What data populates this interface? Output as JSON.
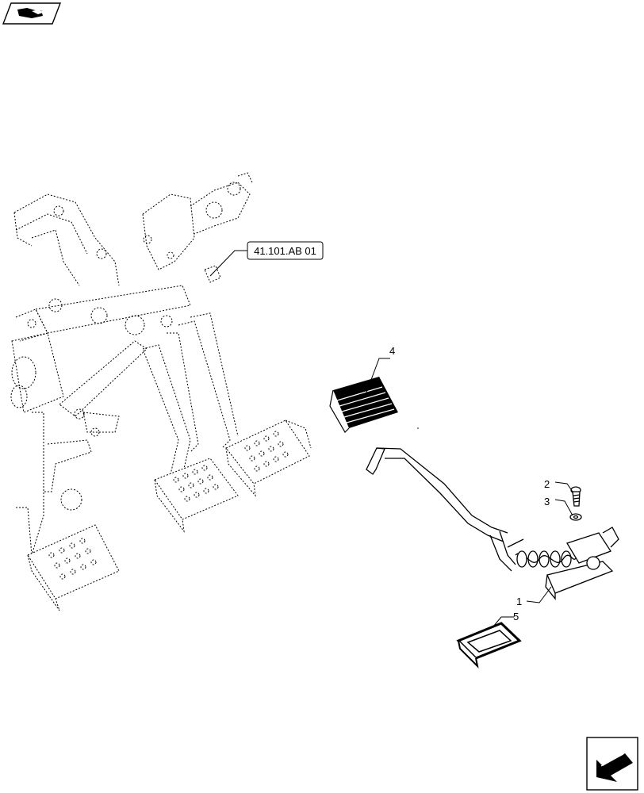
{
  "reference_box": {
    "label": "41.101.AB 01"
  },
  "callouts": [
    {
      "id": "1",
      "label": "1"
    },
    {
      "id": "2",
      "label": "2"
    },
    {
      "id": "3",
      "label": "3"
    },
    {
      "id": "4",
      "label": "4"
    },
    {
      "id": "5",
      "label": "5"
    }
  ],
  "icons": {
    "top_left": "exploded-view-icon",
    "bottom_right": "next-page-arrow-icon"
  },
  "colors": {
    "line": "#000000",
    "background": "#ffffff"
  }
}
